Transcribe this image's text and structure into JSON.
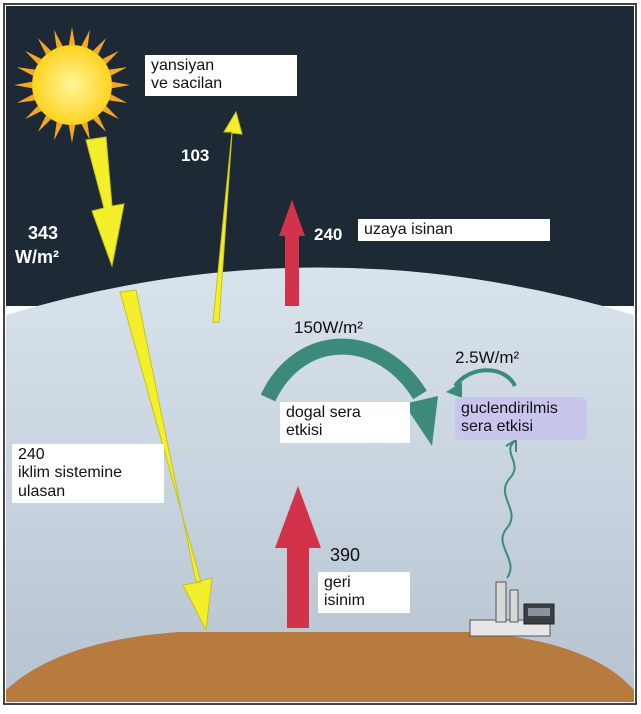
{
  "colors": {
    "space": "#1d2a35",
    "atmosphere_top": "#d9e3ec",
    "atmosphere_bottom": "#b6c3d0",
    "ground": "#b77a3f",
    "solar_arrow": "#f3ef2a",
    "infrared_arrow": "#d3334a",
    "greenhouse_arrow": "#3b8a7a",
    "sun": "#ffd21f",
    "enhanced_box": "#c9c6ee"
  },
  "labels": {
    "reflected": [
      "yansiyan",
      "ve sacilan"
    ],
    "reflected_value": "103",
    "incoming_value": "343",
    "incoming_unit": "W/m²",
    "outgoing_value": "240",
    "outgoing_label": "uzaya isinan",
    "natural_flux": "150W/m²",
    "natural_effect": [
      "dogal sera",
      "etkisi"
    ],
    "enhanced_flux": "2.5W/m²",
    "enhanced_effect": [
      "guclendirilmis",
      "sera etkisi"
    ],
    "absorbed_value": "240",
    "absorbed_label": [
      "iklim sistemine",
      "ulasan"
    ],
    "back_value": "390",
    "back_label": [
      "geri",
      "isinim"
    ]
  },
  "icons": {
    "sun": "sun-icon",
    "factory": "factory-icon"
  }
}
